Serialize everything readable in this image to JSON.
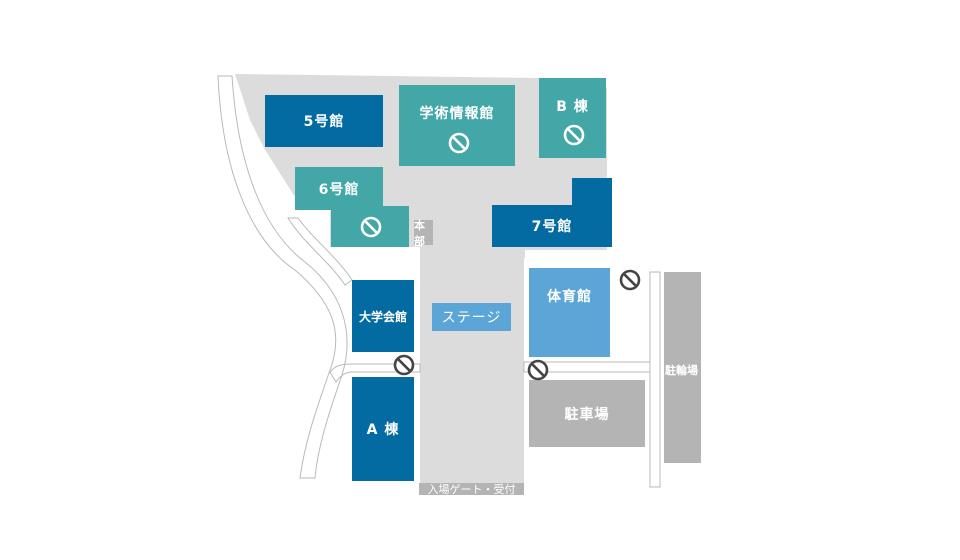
{
  "map": {
    "buildings": {
      "bldg5": "5号館",
      "library": "学術情報館",
      "bldgB": "B 棟",
      "bldg6": "6号館",
      "honbu": "本部",
      "bldg7": "7号館",
      "daigaku_kaikan": "大学会館",
      "stage": "ステージ",
      "gym": "体育館",
      "bldgA": "A 棟",
      "parking": "駐車場",
      "bike_parking": "駐輪場",
      "entrance": "入場ゲート・受付"
    },
    "colors": {
      "navy": "#036ba1",
      "teal": "#43a7a7",
      "sky": "#5ba6d6",
      "gray": "#b4b4b4",
      "plaza": "#dcdcdc"
    },
    "icons": {
      "closed_area": "no-entry-icon"
    }
  }
}
